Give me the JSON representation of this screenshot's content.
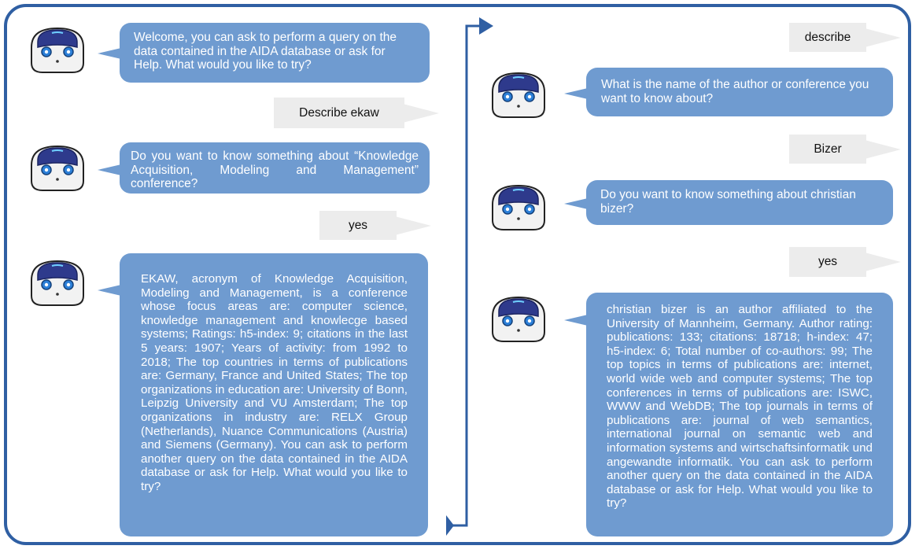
{
  "left_column": {
    "bot_welcome": "Welcome, you can ask to perform a query on the data contained in the AIDA database or ask for Help. What would you like to try?",
    "user_describe_ekaw": "Describe ekaw",
    "bot_confirm_ekaw": "Do you want to know something about “Knowledge Acquisition, Modeling and Management” conference?",
    "user_yes": "yes",
    "bot_ekaw_details": "EKAW, acronym of Knowledge Acquisition, Modeling and Management, is a conference whose focus areas are: computer science, knowledge management and knowlecge based systems; Ratings: h5-index: 9; citations in the last 5 years: 1907; Years of activity: from 1992 to 2018; The top countries in terms of publications are: Germany, France and United States; The top organizations in education are: University of Bonn, Leipzig University and VU Amsterdam; The top organizations in industry are: RELX Group (Netherlands), Nuance Communications (Austria) and Siemens (Germany). You can ask to perform another query on the data contained in the AIDA database or ask for Help. What would you like to try?"
  },
  "right_column": {
    "user_describe": "describe",
    "bot_ask_name": "What is the name of the author or conference you want to know about?",
    "user_bizer": "Bizer",
    "bot_confirm_bizer": "Do you want to know something about christian bizer?",
    "user_yes": "yes",
    "bot_bizer_details": "christian bizer is an author affiliated to the University of Mannheim, Germany. Author rating: publications: 133; citations: 18718; h-index: 47; h5-index: 6; Total number of co-authors: 99; The top topics in terms of publications are: internet, world wide web and computer systems; The top conferences in terms of publications are: ISWC, WWW and WebDB; The top journals in terms of publications are: journal of web semantics, international journal on semantic web and information systems and wirtschaftsinformatik und angewandte informatik. You can ask to perform another query on the data contained in the AIDA database or ask for Help. What would you like to try?"
  },
  "colors": {
    "frame": "#2f5fa3",
    "bot_bubble": "#6f9bd0",
    "user_bubble": "#ececec",
    "robot_head": "#2e3a8c",
    "robot_eye": "#2b7fd8"
  },
  "icons": [
    "robot-icon",
    "flow-arrow-icon"
  ]
}
